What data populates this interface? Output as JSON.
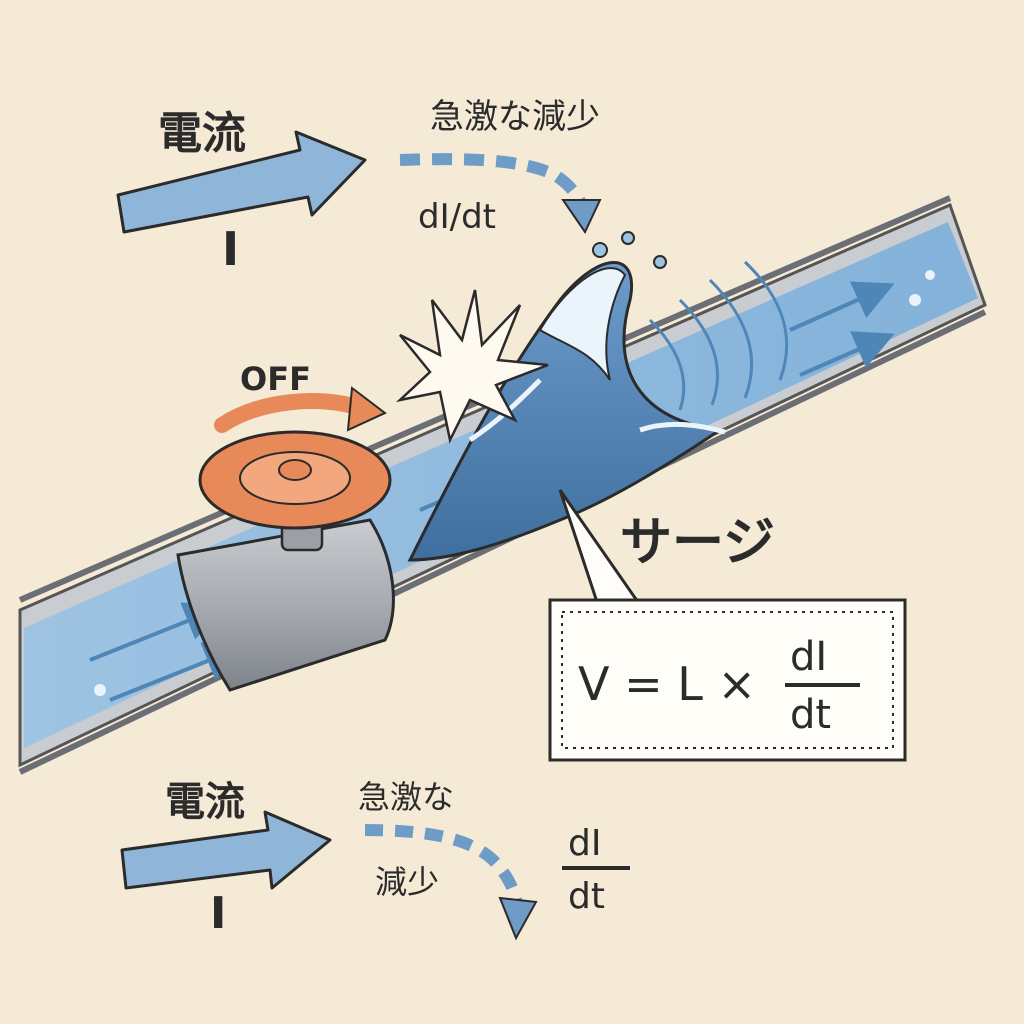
{
  "top": {
    "current_label": "電流",
    "current_symbol": "I",
    "decrease_label": "急激な減少",
    "rate_label": "dI/dt"
  },
  "valve": {
    "off_label": "OFF"
  },
  "surge": {
    "label": "サージ",
    "formula": {
      "lhs": "V = L ×",
      "numerator": "dI",
      "denominator": "dt"
    }
  },
  "bottom": {
    "current_label": "電流",
    "current_symbol": "I",
    "decrease_line1": "急激な",
    "decrease_line2": "減少",
    "rate_numerator": "dI",
    "rate_denominator": "dt"
  },
  "colors": {
    "background": "#f4ead6",
    "water_light": "#a9cbe6",
    "water_dark": "#3f6f9f",
    "pipe": "#9aa0a6",
    "valve_handle": "#e8895a",
    "ink": "#2b2b2b"
  }
}
